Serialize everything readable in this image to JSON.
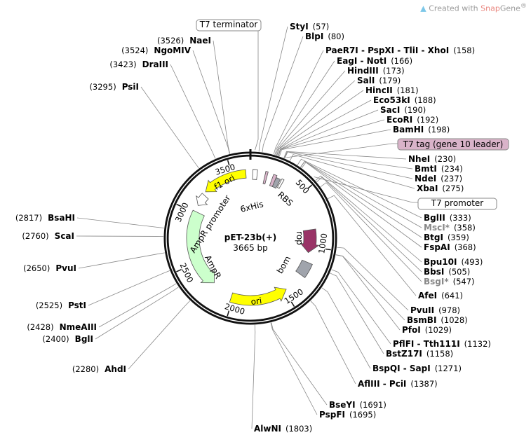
{
  "credit": {
    "prefix": "Created with ",
    "brand": "Snap",
    "brand2": "Gene",
    "mark": "®"
  },
  "plasmid": {
    "name": "pET-23b(+)",
    "size_label": "3665 bp",
    "length": 3665
  },
  "ticks": [
    "500",
    "1000",
    "1500",
    "2000",
    "2500",
    "3000",
    "3500"
  ],
  "colors": {
    "yellow": "#ffff00",
    "green": "#ccffcc",
    "pink": "#d9b3c9",
    "rop": "#993366",
    "grey": "#a0a4ac",
    "disabled": "#888888"
  },
  "features": [
    {
      "label": "f1 ori",
      "type": "f1-ori"
    },
    {
      "label": "AmpR promoter",
      "type": "ampr-promoter"
    },
    {
      "label": "AmpR",
      "type": "ampr"
    },
    {
      "label": "ori",
      "type": "ori"
    },
    {
      "label": "rop",
      "type": "rop"
    },
    {
      "label": "bom",
      "type": "bom"
    },
    {
      "label": "6xHis",
      "type": "his-tag"
    },
    {
      "label": "RBS",
      "type": "rbs"
    }
  ],
  "boxed_labels": [
    {
      "label": "T7 terminator",
      "style": "white"
    },
    {
      "label": "T7 tag (gene 10 leader)",
      "style": "pink"
    },
    {
      "label": "T7 promoter",
      "style": "white"
    }
  ],
  "enzymes": [
    {
      "name": "StyI",
      "pos": "57"
    },
    {
      "name": "BlpI",
      "pos": "80"
    },
    {
      "name": "PaeR7I - PspXI - TliI - XhoI",
      "pos": "158"
    },
    {
      "name": "EagI - NotI",
      "pos": "166"
    },
    {
      "name": "HindIII",
      "pos": "173"
    },
    {
      "name": "SalI",
      "pos": "179"
    },
    {
      "name": "HincII",
      "pos": "181"
    },
    {
      "name": "Eco53kI",
      "pos": "188"
    },
    {
      "name": "SacI",
      "pos": "190"
    },
    {
      "name": "EcoRI",
      "pos": "192"
    },
    {
      "name": "BamHI",
      "pos": "198"
    },
    {
      "name": "NheI",
      "pos": "230"
    },
    {
      "name": "BmtI",
      "pos": "234"
    },
    {
      "name": "NdeI",
      "pos": "237"
    },
    {
      "name": "XbaI",
      "pos": "275"
    },
    {
      "name": "BglII",
      "pos": "333"
    },
    {
      "name": "MscI*",
      "pos": "358",
      "dim": true
    },
    {
      "name": "BtgI",
      "pos": "359"
    },
    {
      "name": "FspAI",
      "pos": "368"
    },
    {
      "name": "Bpu10I",
      "pos": "493"
    },
    {
      "name": "BbsI",
      "pos": "505"
    },
    {
      "name": "BsgI*",
      "pos": "547",
      "dim": true
    },
    {
      "name": "AfeI",
      "pos": "641"
    },
    {
      "name": "PvuII",
      "pos": "978"
    },
    {
      "name": "BsmBI",
      "pos": "1028"
    },
    {
      "name": "PfoI",
      "pos": "1029"
    },
    {
      "name": "PflFI - Tth111I",
      "pos": "1132"
    },
    {
      "name": "BstZ17I",
      "pos": "1158"
    },
    {
      "name": "BspQI - SapI",
      "pos": "1271"
    },
    {
      "name": "AflIII - PciI",
      "pos": "1387"
    },
    {
      "name": "BseYI",
      "pos": "1691"
    },
    {
      "name": "PspFI",
      "pos": "1695"
    },
    {
      "name": "AlwNI",
      "pos": "1803"
    },
    {
      "name": "AhdI",
      "pos": "2280"
    },
    {
      "name": "BglI",
      "pos": "2400"
    },
    {
      "name": "NmeAIII",
      "pos": "2428"
    },
    {
      "name": "PstI",
      "pos": "2525"
    },
    {
      "name": "PvuI",
      "pos": "2650"
    },
    {
      "name": "ScaI",
      "pos": "2760"
    },
    {
      "name": "BsaHI",
      "pos": "2817"
    },
    {
      "name": "PsiI",
      "pos": "3295"
    },
    {
      "name": "DraIII",
      "pos": "3423"
    },
    {
      "name": "NgoMIV",
      "pos": "3524"
    },
    {
      "name": "NaeI",
      "pos": "3526"
    }
  ]
}
